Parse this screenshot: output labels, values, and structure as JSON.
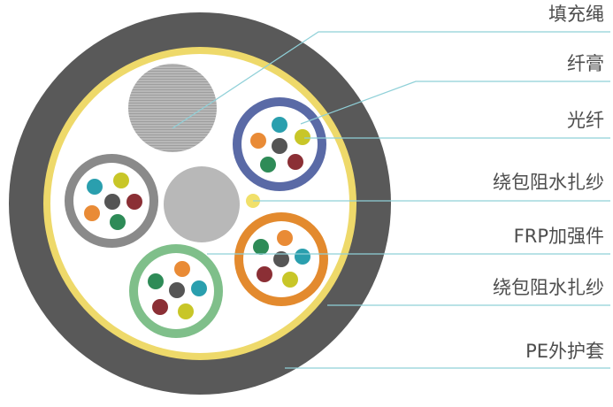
{
  "labels": {
    "filler_rope": "填充绳",
    "gel": "纤膏",
    "optical_fiber": "光纤",
    "water_blocking_yarn_inner": "绕包阻水扎纱",
    "frp_strength_member": "FRP加强件",
    "water_blocking_yarn_outer": "绕包阻水扎纱",
    "pe_sheath": "PE外护套"
  },
  "colors": {
    "sheath": "#595959",
    "yellow_ring": "#eed96a",
    "core_background": "#ffffff",
    "filler": "#b3b3b3",
    "leader_line": "#8fd0d8",
    "tube_blue": "#5a6aa6",
    "tube_gray": "#8a8a8a",
    "tube_orange": "#e38a2e",
    "tube_green": "#7fbf8a",
    "fiber_teal": "#2a9fae",
    "fiber_yellow": "#c8c628",
    "fiber_red": "#8b2f35",
    "fiber_green": "#2e8b57",
    "fiber_orange": "#e98b36",
    "fiber_center": "#555555",
    "yarn_yellow": "#f1e06a"
  }
}
